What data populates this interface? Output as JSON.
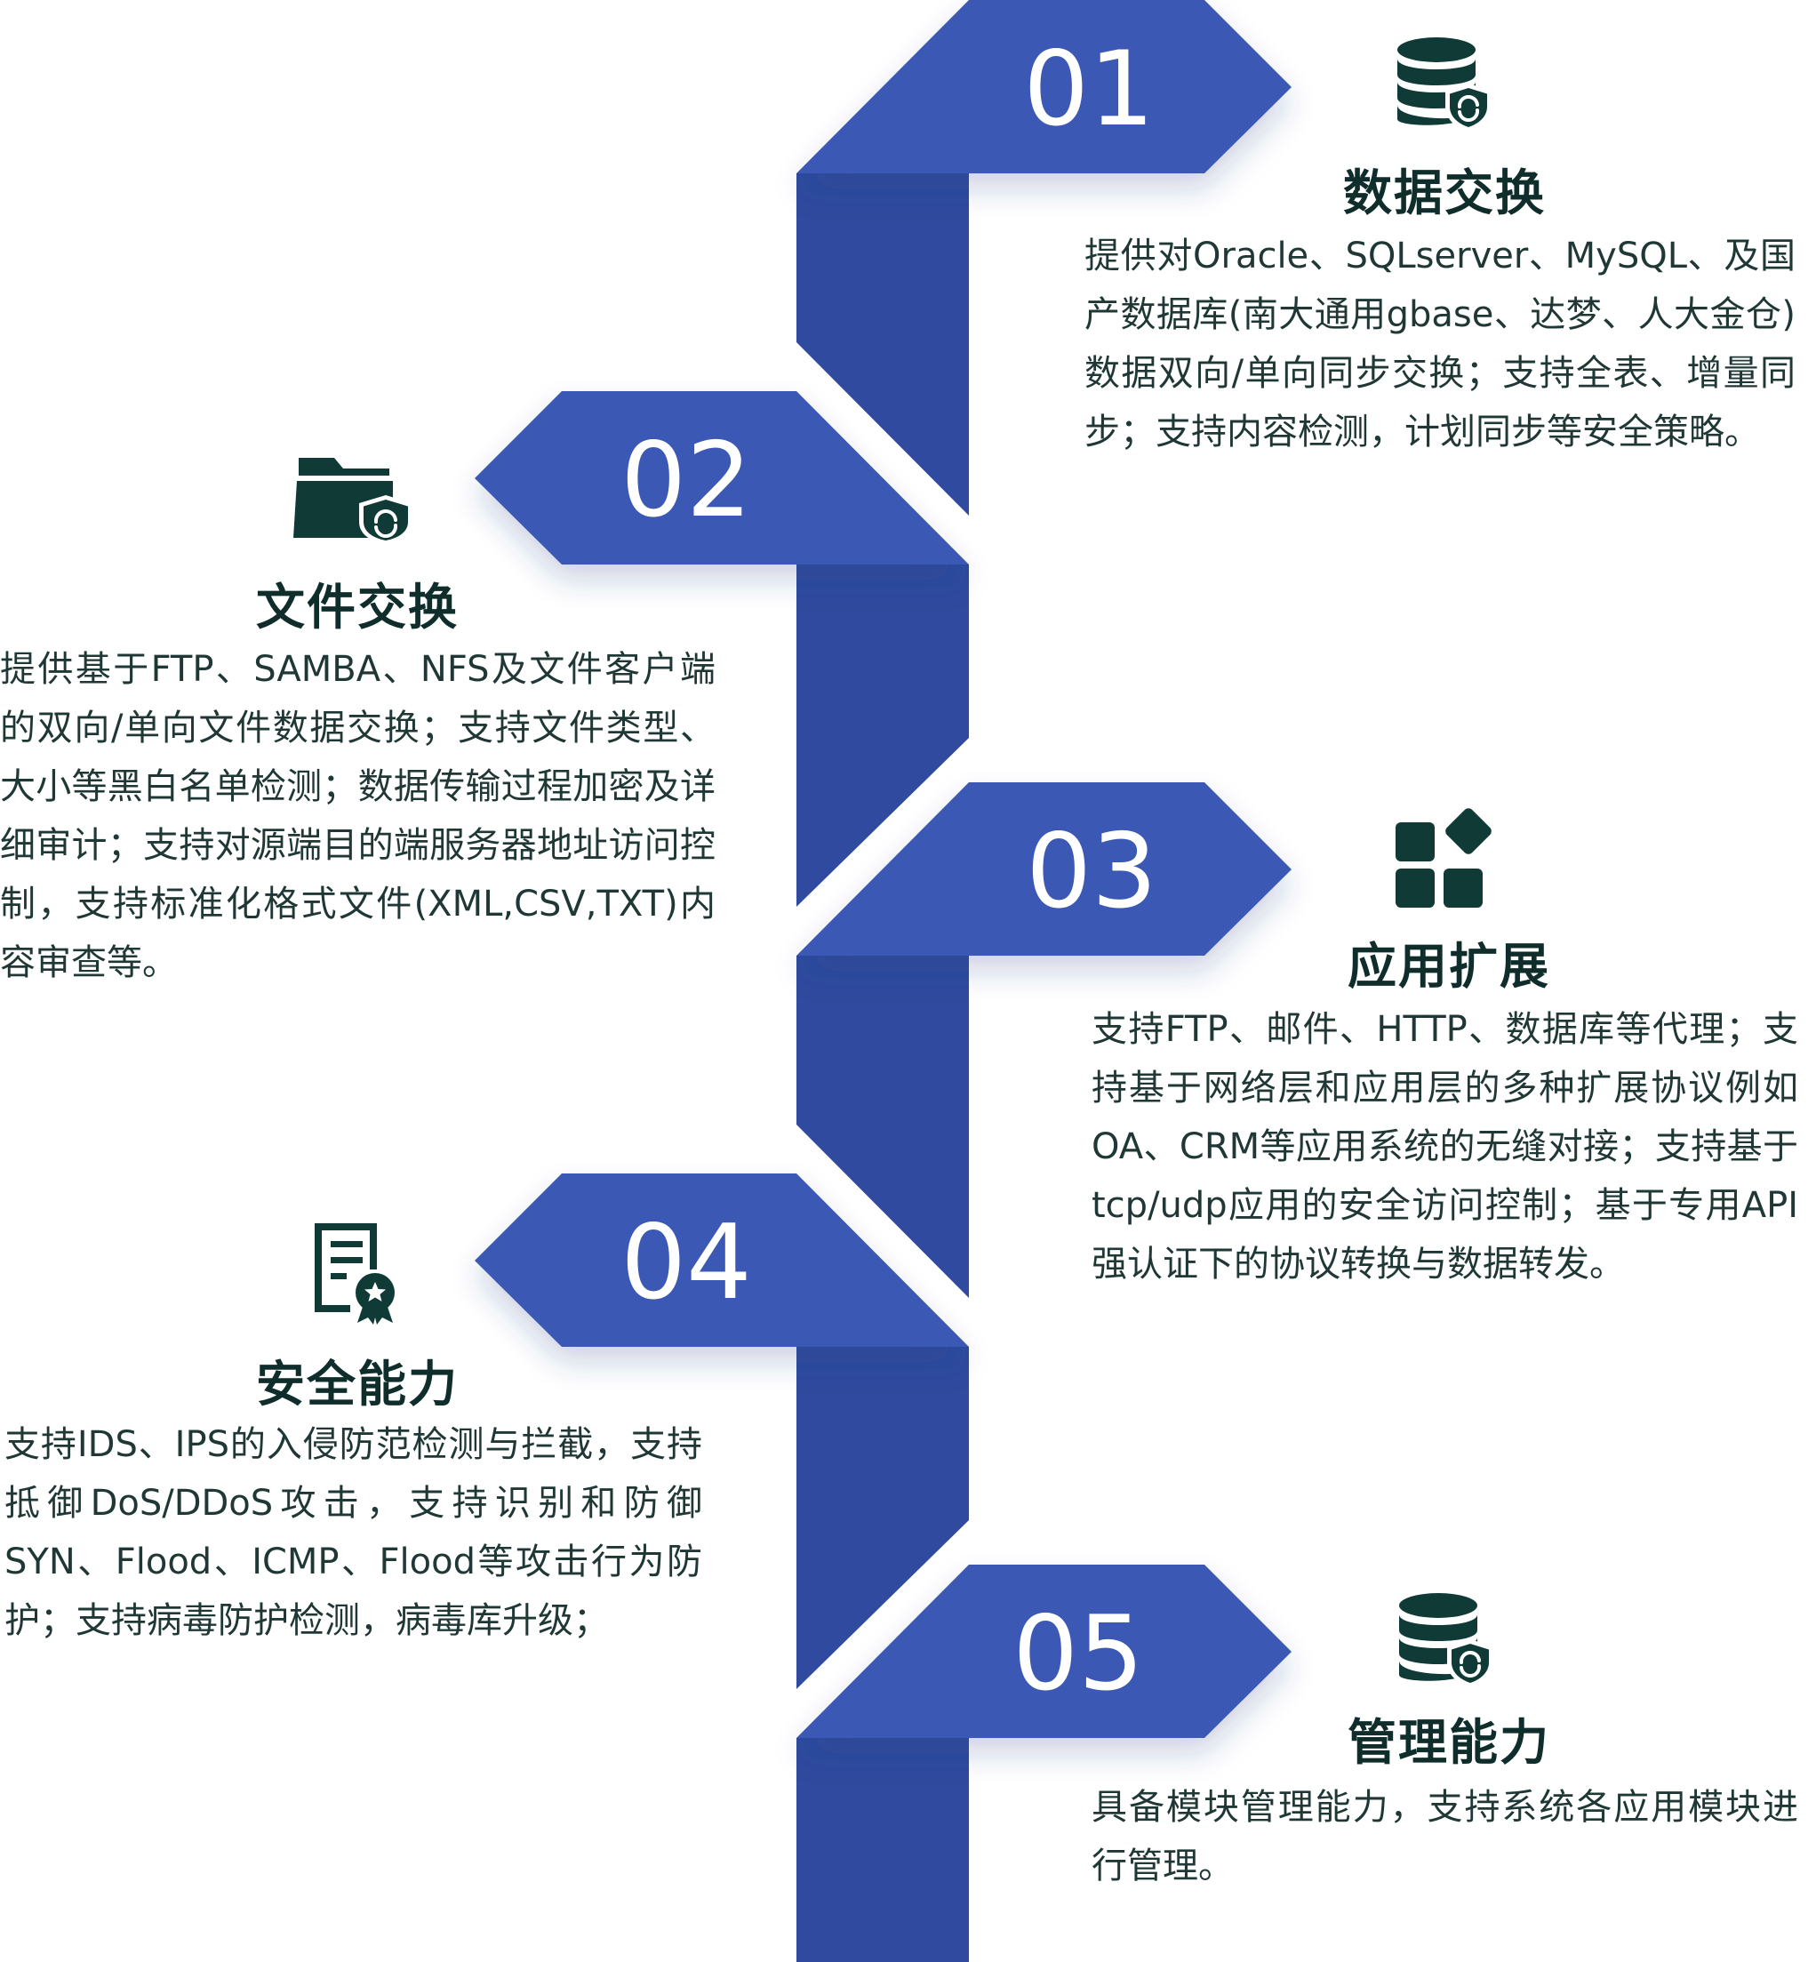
{
  "colors": {
    "ribbon": "#3a58b5",
    "ribbon_dark": "#2f4a9e",
    "icon": "#0f3a36",
    "text": "#1f3835",
    "number": "#ffffff"
  },
  "steps": [
    {
      "number": "01",
      "icon": "database-shield-icon",
      "title": "数据交换",
      "desc": "提供对Oracle、SQLserver、MySQL、及国产数据库(南大通用gbase、达梦、人大金仓)数据双向/单向同步交换；支持全表、增量同步；支持内容检测，计划同步等安全策略。"
    },
    {
      "number": "02",
      "icon": "folder-shield-icon",
      "title": "文件交换",
      "desc": "提供基于FTP、SAMBA、NFS及文件客户端的双向/单向文件数据交换；支持文件类型、大小等黑白名单检测；数据传输过程加密及详细审计；支持对源端目的端服务器地址访问控制，支持标准化格式文件(XML,CSV,TXT)内容审查等。"
    },
    {
      "number": "03",
      "icon": "app-grid-icon",
      "title": "应用扩展",
      "desc": "支持FTP、邮件、HTTP、数据库等代理；支持基于网络层和应用层的多种扩展协议例如OA、CRM等应用系统的无缝对接；支持基于tcp/udp应用的安全访问控制；基于专用API强认证下的协议转换与数据转发。"
    },
    {
      "number": "04",
      "icon": "certificate-icon",
      "title": "安全能力",
      "desc": "支持IDS、IPS的入侵防范检测与拦截，支持抵御DoS/DDoS攻击，支持识别和防御SYN、Flood、ICMP、Flood等攻击行为防护；支持病毒防护检测，病毒库升级；"
    },
    {
      "number": "05",
      "icon": "database-shield-icon",
      "title": "管理能力",
      "desc": "具备模块管理能力，支持系统各应用模块进行管理。"
    }
  ]
}
